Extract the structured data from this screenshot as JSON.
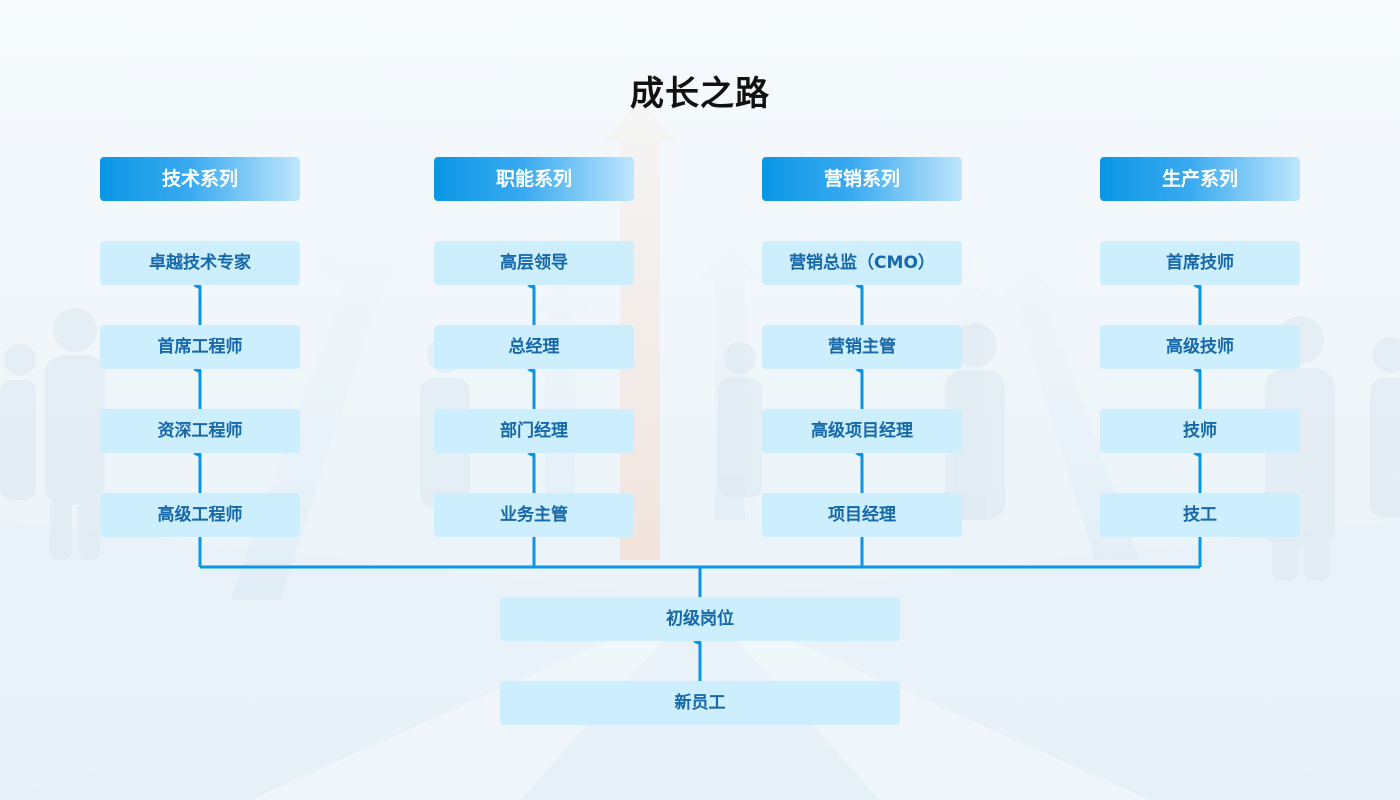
{
  "title": "成长之路",
  "colors": {
    "header_gradient_start": "#0a96e6",
    "header_gradient_end": "#bfe6fd",
    "box_fill": "#cdeefc",
    "box_text": "#1668a8",
    "connector": "#0a96e6"
  },
  "tracks": [
    {
      "header": "技术系列",
      "roles": [
        "卓越技术专家",
        "首席工程师",
        "资深工程师",
        "高级工程师"
      ]
    },
    {
      "header": "职能系列",
      "roles": [
        "高层领导",
        "总经理",
        "部门经理",
        "业务主管"
      ]
    },
    {
      "header": "营销系列",
      "roles": [
        "营销总监（CMO）",
        "营销主管",
        "高级项目经理",
        "项目经理"
      ]
    },
    {
      "header": "生产系列",
      "roles": [
        "首席技师",
        "高级技师",
        "技师",
        "技工"
      ]
    }
  ],
  "base": {
    "entry": "初级岗位",
    "new": "新员工"
  }
}
